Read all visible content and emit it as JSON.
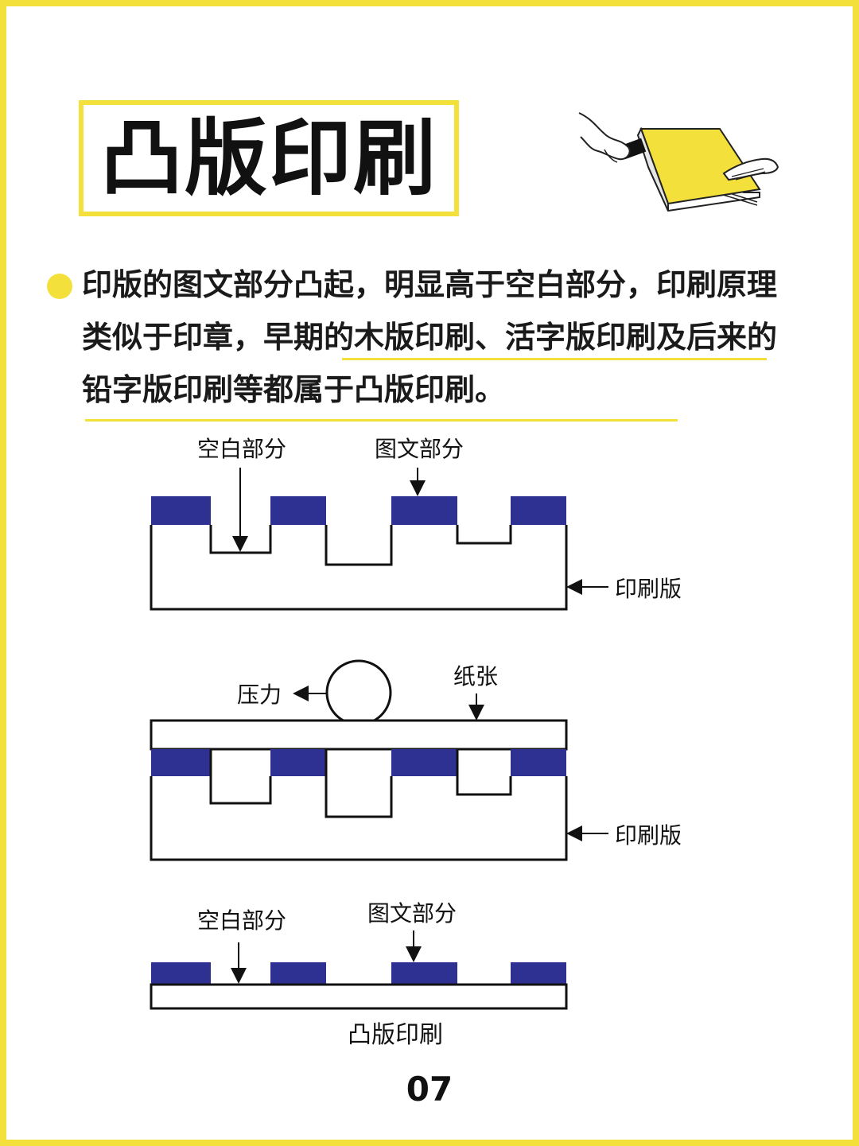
{
  "title": "凸版印刷",
  "paragraph": "印版的图文部分凸起，明显高于空白部分，印刷原理类似于印章，早期的木版印刷、活字版印刷及后来的铅字版印刷等都属于凸版印刷。",
  "diagram1": {
    "label_blank": "空白部分",
    "label_image": "图文部分",
    "label_plate": "印刷版"
  },
  "diagram2": {
    "label_pressure": "压力",
    "label_paper": "纸张",
    "label_plate": "印刷版"
  },
  "diagram3": {
    "label_blank": "空白部分",
    "label_image": "图文部分",
    "caption": "凸版印刷"
  },
  "page_number": "07",
  "colors": {
    "accent_yellow": "#f4e03a",
    "ink_blue": "#2e3192"
  },
  "illustration": "hand-inking-book-icon"
}
